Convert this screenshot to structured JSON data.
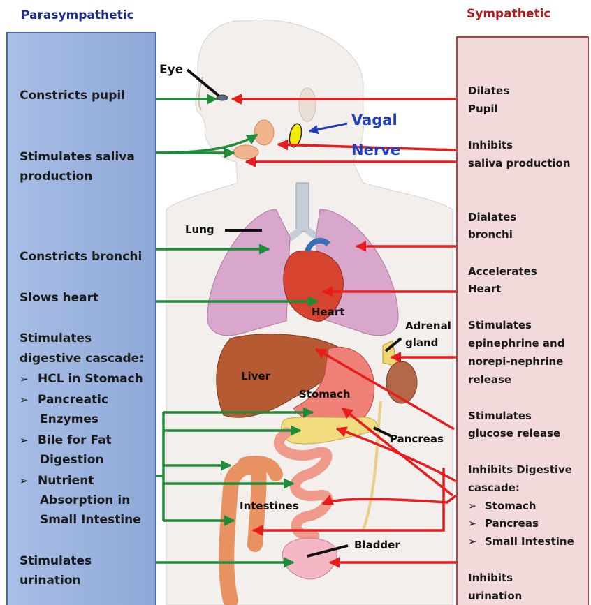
{
  "headers": {
    "left": "Parasympathetic",
    "right": "Sympathetic"
  },
  "colors": {
    "parasympathetic_arrow": "#1f8c3a",
    "sympathetic_arrow": "#e81c1c",
    "left_panel": "#9bb3de",
    "right_panel": "#f2d7d7",
    "vagal": "#1f3fbf"
  },
  "left": {
    "constricts_pupil": "Constricts pupil",
    "saliva_1": "Stimulates  saliva",
    "saliva_2": "production",
    "bronchi": "Constricts bronchi",
    "heart": "Slows heart",
    "digest_1": "Stimulates",
    "digest_2": "digestive cascade:",
    "b1": "HCL in Stomach",
    "b2a": "Pancreatic",
    "b2b": "Enzymes",
    "b3a": "Bile for  Fat",
    "b3b": "Digestion",
    "b4a": "Nutrient",
    "b4b": "Absorption in",
    "b4c": "Small Intestine",
    "urin_1": "Stimulates",
    "urin_2": "urination"
  },
  "right": {
    "pupil_1": "Dilates",
    "pupil_2": "Pupil",
    "saliva_1": "Inhibits",
    "saliva_2": "saliva production",
    "bronchi_1": "Dialates",
    "bronchi_2": "bronchi",
    "heart_1": "Accelerates",
    "heart_2": "Heart",
    "adrenal_1": "Stimulates",
    "adrenal_2": "epinephrine and",
    "adrenal_3": "norepi-nephrine",
    "adrenal_4": "release",
    "glucose_1": "Stimulates",
    "glucose_2": "glucose release",
    "digest_1": "Inhibits Digestive",
    "digest_2": "cascade:",
    "b1": "Stomach",
    "b2": "Pancreas",
    "b3": "Small Intestine",
    "urin_1": "Inhibits",
    "urin_2": "urination"
  },
  "bullet_symbol": "➢",
  "labels": {
    "eye": "Eye",
    "vagal_1": "Vagal",
    "vagal_2": "Nerve",
    "lung": "Lung",
    "heart": "Heart",
    "adrenal_1": "Adrenal",
    "adrenal_2": "gland",
    "liver": "Liver",
    "stomach": "Stomach",
    "pancreas": "Pancreas",
    "intestines": "Intestines",
    "bladder": "Bladder"
  }
}
